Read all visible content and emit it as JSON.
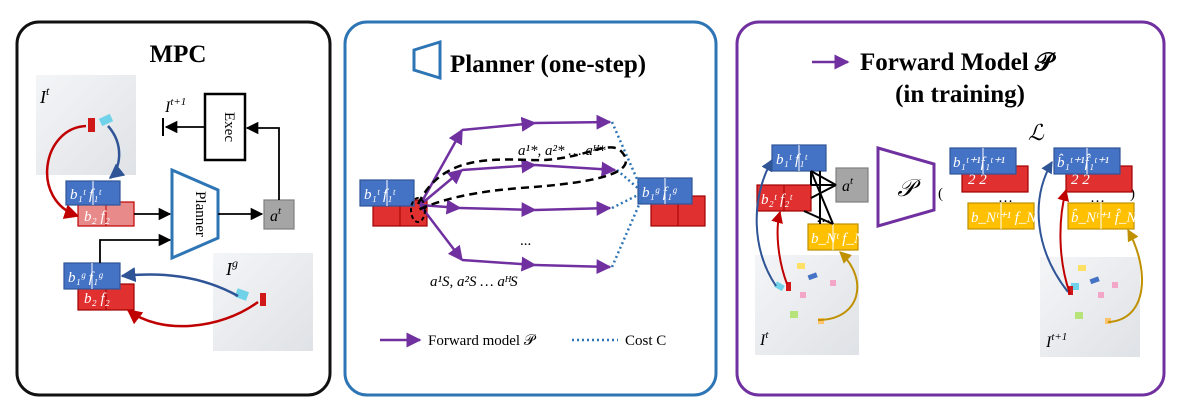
{
  "panels": {
    "mpc": {
      "title": "MPC",
      "image_current": "I",
      "image_current_sup": "t",
      "image_next": "I",
      "image_next_sup": "t+1",
      "exec_label": "Exec",
      "planner_label": "Planner",
      "action": "a",
      "action_sup": "t",
      "image_goal": "I",
      "image_goal_sup": "g"
    },
    "planner": {
      "title": "Planner (one-step)",
      "top_actions": "a¹*, a²* … aᴴ*",
      "bottom_actions": "a¹S, a²S … aᴴS",
      "ellipsis": "...",
      "legend_forward": "Forward model 𝒫",
      "legend_cost": "Cost C"
    },
    "forward": {
      "title_line1": "Forward Model 𝒫",
      "title_line2": "(in training)",
      "model_symbol": "𝒫",
      "loss_symbol": "ℒ",
      "action": "a",
      "action_sup": "t",
      "image_current": "I",
      "image_current_sup": "t",
      "image_next": "I",
      "image_next_sup": "t+1",
      "ellipsis": "…"
    }
  },
  "colors": {
    "panel1_border": "#111111",
    "panel2_border": "#2e75b6",
    "panel3_border": "#7030a0",
    "blue_slot": "#4472c4",
    "red_slot": "#e03030",
    "light_red_slot": "#e88a8a",
    "yellow_slot": "#ffc000",
    "gray_action": "#a5a5a5",
    "forward_arrow": "#7030a0",
    "cost_line": "#2e75b6",
    "red_arrow": "#c00000",
    "gold_arrow": "#bf9000"
  },
  "icons": {
    "planner_icon": "trapezoid-outline-icon",
    "forward_icon": "purple-arrow-icon"
  }
}
